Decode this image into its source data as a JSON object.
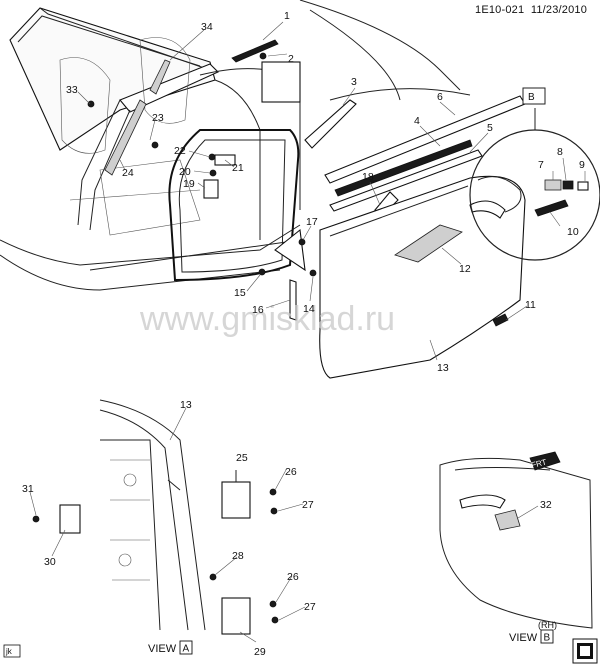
{
  "header": {
    "diagram_id": "1E10-021",
    "date": "11/23/2010"
  },
  "watermark": "www.gmisklad.ru",
  "callouts": [
    "1",
    "2",
    "3",
    "4",
    "5",
    "6",
    "7",
    "8",
    "9",
    "10",
    "11",
    "12",
    "13",
    "14",
    "15",
    "16",
    "17",
    "18",
    "19",
    "20",
    "21",
    "22",
    "23",
    "24",
    "33",
    "34",
    "13",
    "25",
    "26",
    "27",
    "28",
    "26",
    "27",
    "29",
    "31",
    "30",
    "32"
  ],
  "views": {
    "view_a_prefix": "VIEW",
    "view_a_letter": "A",
    "view_b_prefix": "VIEW",
    "view_b_letter": "B",
    "detail_letter": "B",
    "rh_label": "(RH)",
    "front_label": "FRT"
  },
  "footer": {
    "code": "jk"
  }
}
